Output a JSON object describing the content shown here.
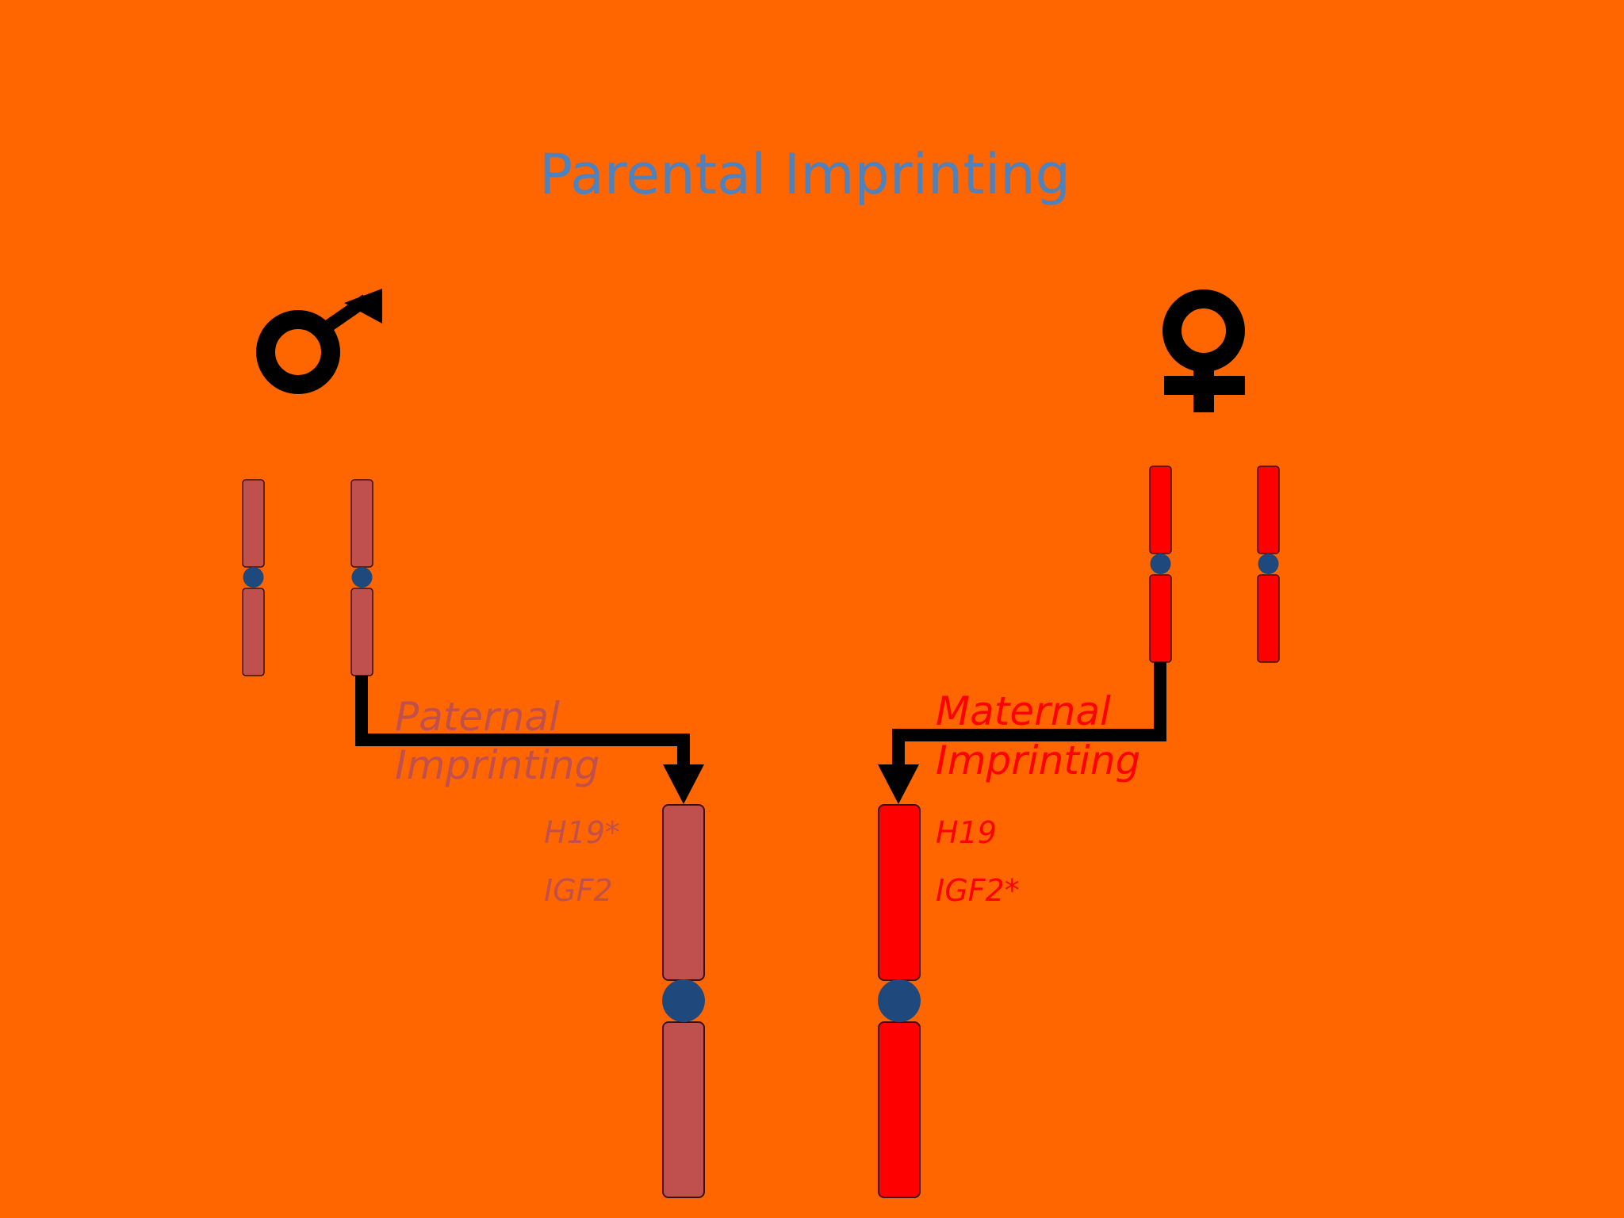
{
  "title": "Parental Imprinting",
  "colors": {
    "background": "#FF6600",
    "paternal": "#C0504D",
    "maternal": "#FF0000",
    "centromere": "#1F497D",
    "title": "#4F81BD",
    "arrow": "#000000"
  },
  "parents": {
    "father": {
      "icon": "male-symbol-icon"
    },
    "mother": {
      "icon": "female-symbol-icon"
    }
  },
  "labels": {
    "paternal_line1": "Paternal",
    "paternal_line2": "Imprinting",
    "maternal_line1": "Maternal",
    "maternal_line2": "Imprinting"
  },
  "genes": {
    "paternal": [
      "H19*",
      "IGF2"
    ],
    "maternal": [
      "H19",
      "IGF2*"
    ]
  }
}
